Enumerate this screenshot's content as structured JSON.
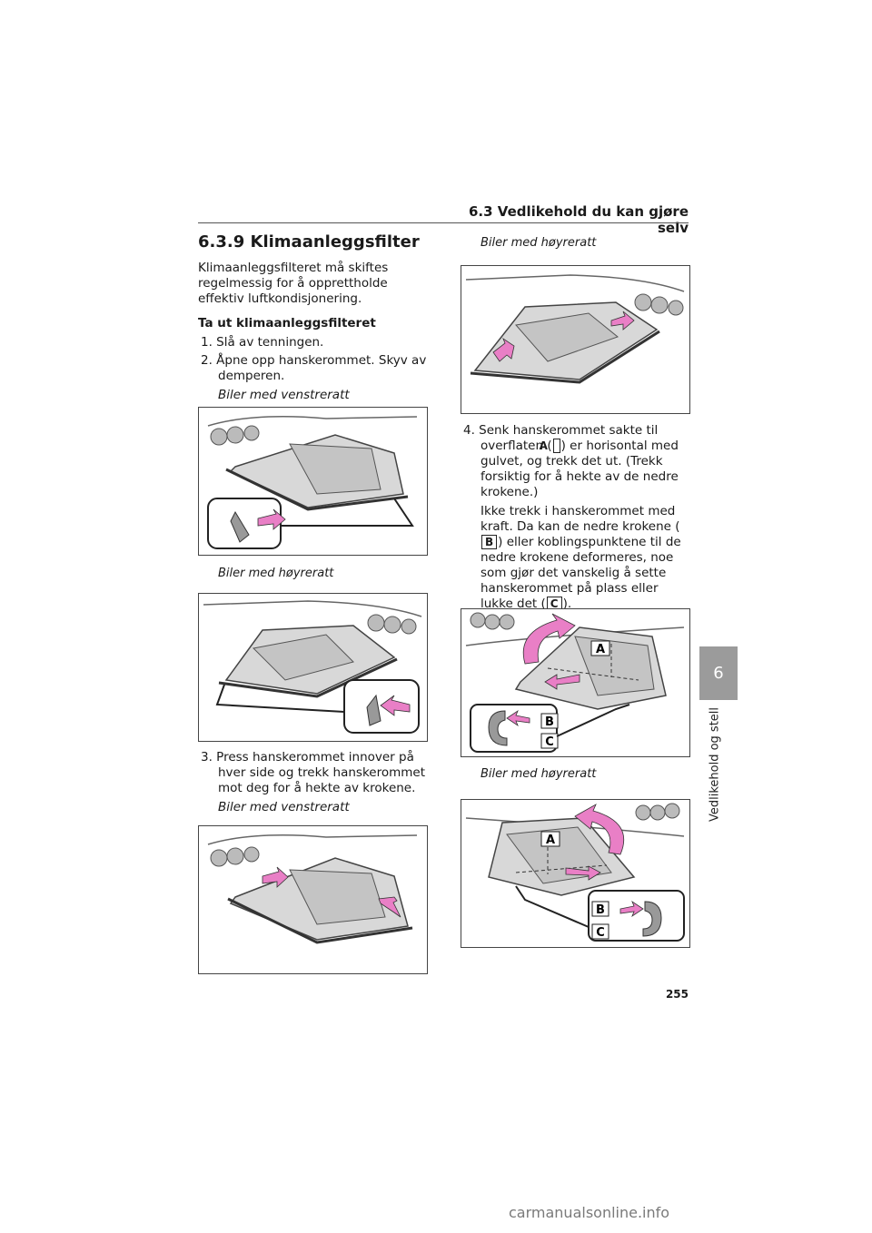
{
  "header": {
    "title": "6.3 Vedlikehold du kan gjøre selv"
  },
  "section": {
    "title": "6.3.9 Klimaanleggsfilter"
  },
  "intro": "Klimaanleggsfilteret må skiftes regelmessig for å opprettholde effektiv luftkondisjonering.",
  "subhead": "Ta ut klimaanleggsfilteret",
  "steps": {
    "s1": "1. Slå av tenningen.",
    "s2": "2. Åpne opp hanskerommet. Skyv av demperen.",
    "s3": "3. Press hanskerommet innover på hver side og trekk hanskerommet mot deg for å hekte av krokene.",
    "s4_a": "4. Senk hanskerommet sakte til overflaten (",
    "s4_b": ") er horisontal med gulvet, og trekk det ut. (Trekk forsiktig for å hekte av de nedre krokene.)",
    "note_a": "Ikke trekk i hanskerommet med kraft. Da kan de nedre krokene (",
    "note_b": ") eller koblingspunktene til de nedre krokene deformeres, noe som gjør det vanskelig å sette hanskerommet på plass eller lukke det (",
    "note_c": ")."
  },
  "captions": {
    "left_lhd": "Biler med venstreratt",
    "right_hd": "Biler med høyreratt"
  },
  "labels": {
    "a": "A",
    "b": "B",
    "c": "C"
  },
  "chapter": {
    "number": "6",
    "name": "Vedlikehold og stell"
  },
  "page_number": "255",
  "watermark": "carmanualsonline.info",
  "colors": {
    "arrow": "#e97fc6",
    "tab": "#9b9b9b",
    "figure_fill": "#d8d8d8"
  }
}
